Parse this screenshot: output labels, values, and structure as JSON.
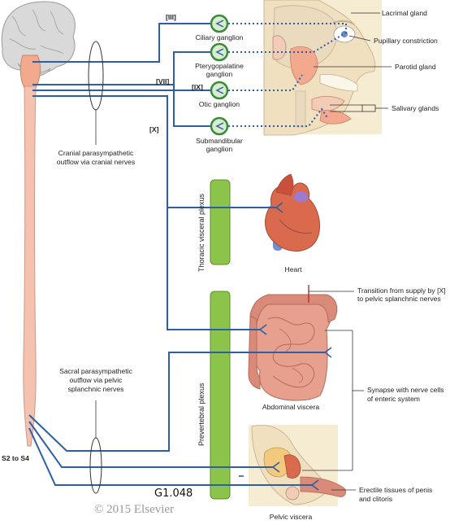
{
  "colors": {
    "nerve": "#2d5fa6",
    "ganglion_ring": "#3a8a3a",
    "ganglion_fill": "#d8ecd0",
    "plexus": "#8cc34a",
    "spinal_cord": "#f4c2ae",
    "brain": "#d9d9d9",
    "heart": "#d96a4e",
    "intestine": "#d98a78"
  },
  "nerve_labels": {
    "n3": "[III]",
    "n7": "[VII]",
    "n9": "[IX]",
    "n10": "[X]"
  },
  "ganglia": {
    "ciliary": "Ciliary ganglion",
    "pterygopalatine_line1": "Pterygopalatine",
    "pterygopalatine_line2": "ganglion",
    "otic": "Otic ganglion",
    "submandibular_line1": "Submandibular",
    "submandibular_line2": "ganglion"
  },
  "targets": {
    "lacrimal": "Lacrimal gland",
    "pupillary": "Pupillary constriction",
    "parotid": "Parotid gland",
    "salivary": "Salivary glands"
  },
  "outflow": {
    "cranial_line1": "Cranial parasympathetic",
    "cranial_line2": "outflow via cranial nerves",
    "sacral_line1": "Sacral parasympathetic",
    "sacral_line2": "outflow via pelvic",
    "sacral_line3": "splanchnic nerves",
    "sacral_segments": "S2 to S4"
  },
  "plexuses": {
    "thoracic": "Thoracic visceral plexus",
    "prevertebral": "Prevertebral plexus"
  },
  "organs": {
    "heart": "Heart",
    "abdominal": "Abdominal viscera",
    "pelvic": "Pelvic viscera"
  },
  "annotations": {
    "transition_line1": "Transition from supply by [X]",
    "transition_line2": "to pelvic splanchnic nerves",
    "synapse_line1": "Synapse with nerve cells",
    "synapse_line2": "of enteric system",
    "erectile_line1": "Erectile tissues of penis",
    "erectile_line2": "and clitoris"
  },
  "figure_code": "G1.048",
  "copyright": "© 2015 Elsevier"
}
